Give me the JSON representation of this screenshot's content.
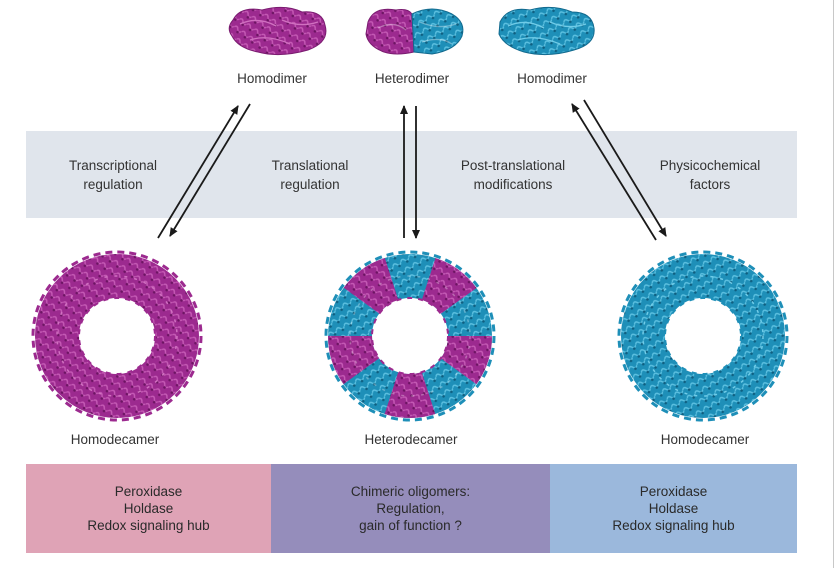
{
  "dimers": [
    {
      "label": "Homodimer"
    },
    {
      "label": "Heterodimer"
    },
    {
      "label": "Homodimer"
    }
  ],
  "regulation": [
    {
      "line1": "Transcriptional",
      "line2": "regulation"
    },
    {
      "line1": "Translational",
      "line2": "regulation"
    },
    {
      "line1": "Post-translational",
      "line2": "modifications"
    },
    {
      "line1": "Physicochemical",
      "line2": "factors"
    }
  ],
  "decamers": [
    {
      "label": "Homodecamer"
    },
    {
      "label": "Heterodecamer"
    },
    {
      "label": "Homodecamer"
    }
  ],
  "functions": [
    {
      "lines": [
        "Peroxidase",
        "Holdase",
        "Redox signaling hub"
      ],
      "color": "#dfa3b6"
    },
    {
      "lines": [
        "Chimeric oligomers:",
        "Regulation,",
        "gain of function ?"
      ],
      "color": "#958dbb"
    },
    {
      "lines": [
        "Peroxidase",
        "Holdase",
        "Redox signaling hub"
      ],
      "color": "#9bb8dc"
    }
  ],
  "colors": {
    "magenta": "#9c2a8f",
    "cyan": "#1e8fb8",
    "band": "#e0e5ec",
    "arrow": "#1a1a1a"
  }
}
